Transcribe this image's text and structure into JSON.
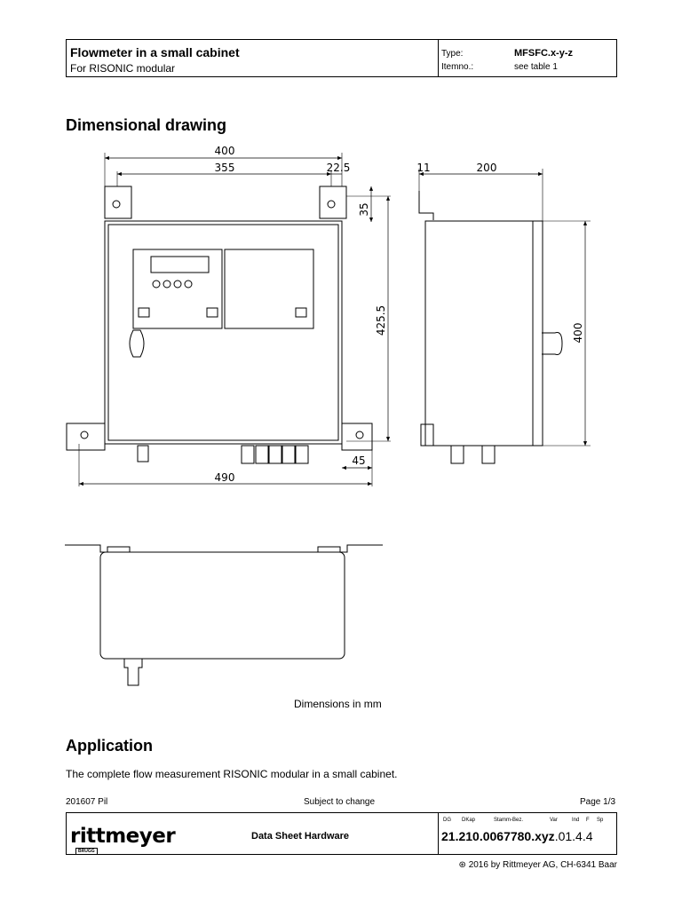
{
  "header": {
    "title": "Flowmeter in a small cabinet",
    "subtitle": "For RISONIC modular",
    "type_label": "Type:",
    "type_value": "MFSFC.x-y-z",
    "item_label": "Itemno.:",
    "item_value": "see table 1"
  },
  "sections": {
    "drawing_heading": "Dimensional drawing",
    "dimensions_note": "Dimensions in mm",
    "application_heading": "Application",
    "application_text": "The complete flow measurement RISONIC modular in a small cabinet."
  },
  "dimensions": {
    "width_400": "400",
    "width_355": "355",
    "offset_22_5": "22.5",
    "depth_11": "11",
    "depth_200": "200",
    "v_35": "35",
    "v_425_5": "425.5",
    "v_400": "400",
    "w_45": "45",
    "w_490": "490"
  },
  "footer": {
    "date_author": "201607 Pil",
    "subject": "Subject to change",
    "page": "Page 1/3",
    "sheet_type": "Data Sheet Hardware",
    "cols": [
      "DG",
      "DKap",
      "Stamm-Bez.",
      "Var",
      "Ind",
      "F",
      "Sp"
    ],
    "doc_number_main": "21.210.0067780.xyz",
    "doc_number_tail": ".01.4.4",
    "logo_text": "rittmeyer",
    "logo_sub": "BRUGG",
    "copyright": "⊛ 2016 by Rittmeyer AG, CH-6341 Baar"
  }
}
